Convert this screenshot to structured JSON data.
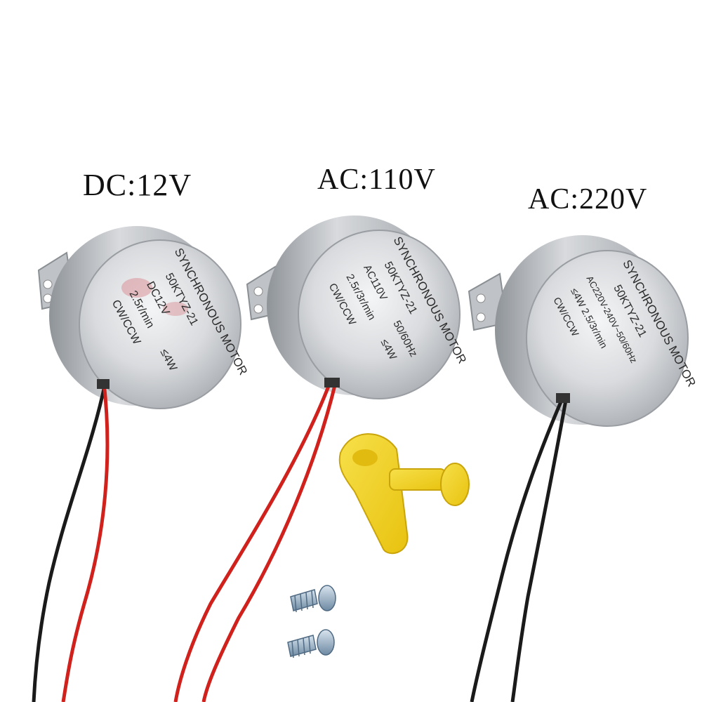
{
  "labels": {
    "dc": "DC:12V",
    "ac110": "AC:110V",
    "ac220": "AC:220V"
  },
  "motor_common": {
    "type": "SYNCHRONOUS MOTOR",
    "model": "50KTYZ-21",
    "direction": "CW/CCW"
  },
  "motor_dc": {
    "voltage": "DC12V",
    "speed": "2.5r/min",
    "power": "≤4W"
  },
  "motor_ac110": {
    "voltage": "AC110V",
    "freq": "50/60Hz",
    "speed": "2.5r/3r/min",
    "power": "≤4W"
  },
  "motor_ac220": {
    "voltage": "AC220V-240V~50/60Hz",
    "spec": "≤4W  2.5/3r/min"
  },
  "colors": {
    "wire_red": "#d0211c",
    "wire_black": "#1a1a1a",
    "cam_yellow": "#f2d21b",
    "metal": "#c9ccd0"
  }
}
